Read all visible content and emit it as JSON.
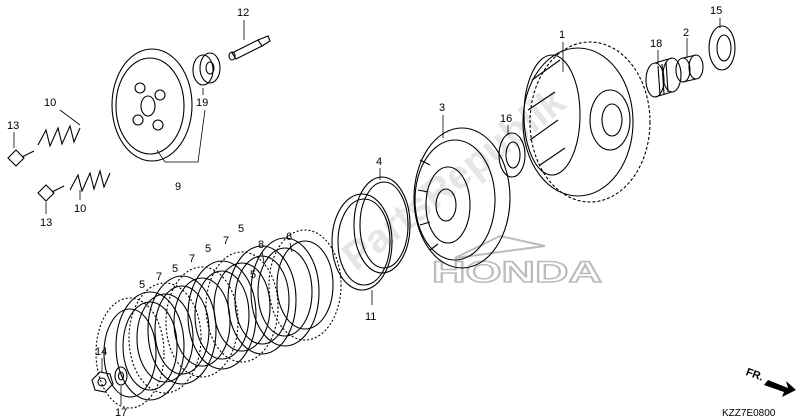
{
  "labels": [
    {
      "id": "l1",
      "text": "1"
    },
    {
      "id": "l2",
      "text": "2"
    },
    {
      "id": "l3",
      "text": "3"
    },
    {
      "id": "l4",
      "text": "4"
    },
    {
      "id": "l5a",
      "text": "5"
    },
    {
      "id": "l5b",
      "text": "5"
    },
    {
      "id": "l5c",
      "text": "5"
    },
    {
      "id": "l5d",
      "text": "5"
    },
    {
      "id": "l5e",
      "text": "5"
    },
    {
      "id": "l6",
      "text": "6"
    },
    {
      "id": "l7a",
      "text": "7"
    },
    {
      "id": "l7b",
      "text": "7"
    },
    {
      "id": "l7c",
      "text": "7"
    },
    {
      "id": "l8",
      "text": "8"
    },
    {
      "id": "l9",
      "text": "9"
    },
    {
      "id": "l10a",
      "text": "10"
    },
    {
      "id": "l10b",
      "text": "10"
    },
    {
      "id": "l11",
      "text": "11"
    },
    {
      "id": "l12",
      "text": "12"
    },
    {
      "id": "l13a",
      "text": "13"
    },
    {
      "id": "l13b",
      "text": "13"
    },
    {
      "id": "l14",
      "text": "14"
    },
    {
      "id": "l15",
      "text": "15"
    },
    {
      "id": "l16",
      "text": "16"
    },
    {
      "id": "l17",
      "text": "17"
    },
    {
      "id": "l18",
      "text": "18"
    },
    {
      "id": "l19",
      "text": "19"
    }
  ],
  "diagram_code": "KZZ7E0800",
  "direction_label": "FR.",
  "brand_mark": "HONDA",
  "watermark": "PartsRepublik"
}
